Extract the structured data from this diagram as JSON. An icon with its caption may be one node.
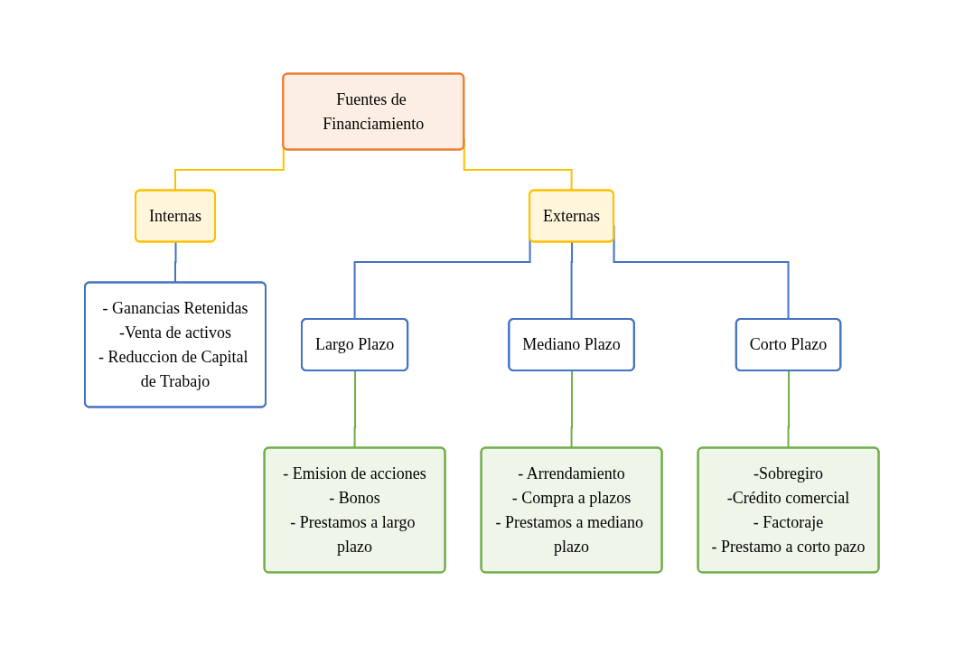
{
  "diagram": {
    "nodes": [
      {
        "text": [
          "Fuentes de Financiamiento"
        ]
      },
      {
        "text": [
          "Internas"
        ]
      },
      {
        "text": [
          "Externas"
        ]
      },
      {
        "text": [
          "- Ganancias Retenidas",
          "-Venta de activos",
          "- Reduccion de Capital de Trabajo"
        ]
      },
      {
        "text": [
          "Largo Plazo"
        ]
      },
      {
        "text": [
          "Mediano Plazo"
        ]
      },
      {
        "text": [
          "Corto Plazo"
        ]
      },
      {
        "text": [
          "- Emision de acciones",
          "- Bonos",
          "- Prestamos a largo plazo"
        ]
      },
      {
        "text": [
          "- Arrendamiento",
          "- Compra a plazos",
          "- Prestamos a mediano plazo"
        ]
      },
      {
        "text": [
          "-Sobregiro",
          "-Crédito comercial",
          "- Factoraje",
          "- Prestamo a corto pazo"
        ]
      }
    ],
    "edges": [
      {
        "from": 0,
        "to": 1,
        "arrow": "none",
        "color": "#ffc000"
      },
      {
        "from": 0,
        "to": 2,
        "arrow": "none",
        "color": "#ffc000"
      },
      {
        "from": 1,
        "to": 3,
        "arrow": "none"
      },
      {
        "from": 2,
        "to": 4,
        "arrow": "none"
      },
      {
        "from": 2,
        "to": 5,
        "arrow": "none"
      },
      {
        "from": 2,
        "to": 6,
        "arrow": "none"
      },
      {
        "from": 4,
        "to": 7,
        "arrow": "none",
        "color": "#70ad47"
      },
      {
        "from": 5,
        "to": 8,
        "arrow": "none",
        "color": "#70ad47"
      },
      {
        "from": 6,
        "to": 9,
        "arrow": "none",
        "color": "#70ad47"
      }
    ]
  }
}
